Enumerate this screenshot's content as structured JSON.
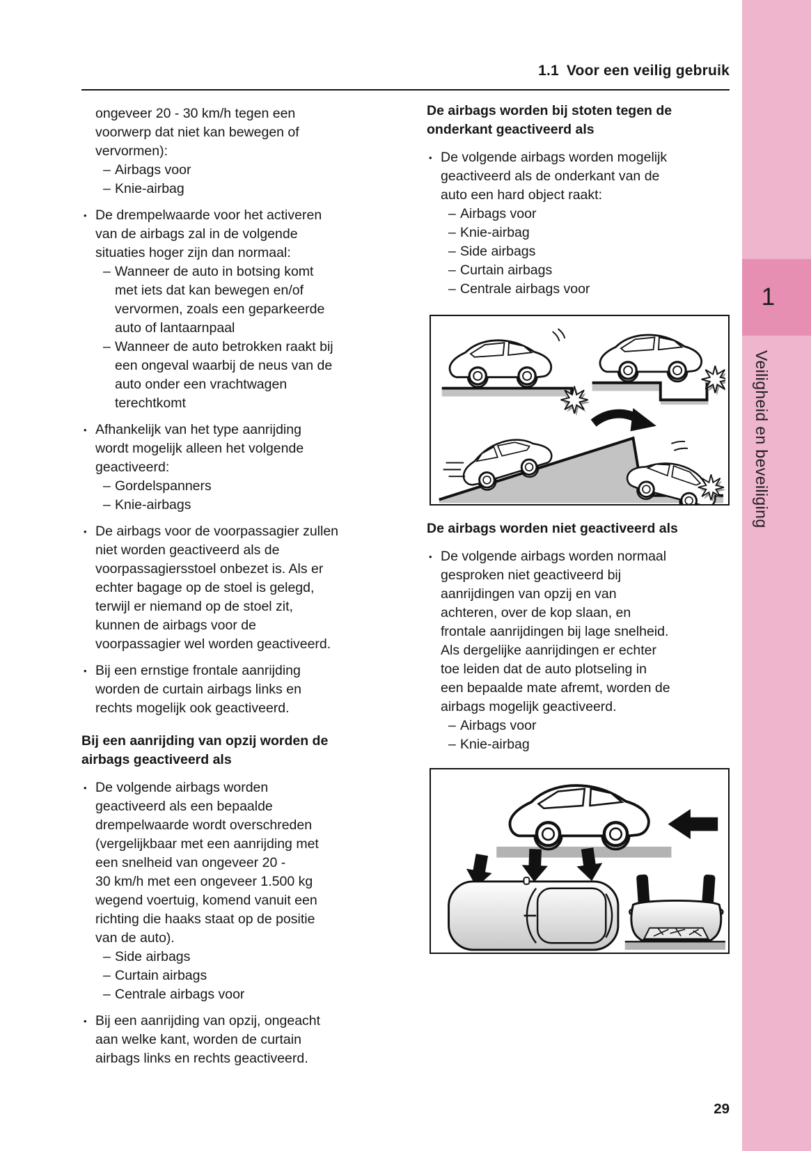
{
  "colors": {
    "sidebar_pink": "#eeb5cd",
    "sidebar_pink_dark": "#e78fb2",
    "text_ink": "#161616"
  },
  "chars": {
    "bullet": "•",
    "dash": "–"
  },
  "header": {
    "section": "1.1",
    "title": "Voor een veilig gebruik"
  },
  "sidebar": {
    "chapter_number": "1",
    "chapter_label": "Veiligheid en beveiliging"
  },
  "footer": {
    "page_number": "29"
  },
  "left_blocks": [
    {
      "type": "plain",
      "text": "ongeveer 20 - 30 km/h tegen een\nvoorwerp dat niet kan bewegen of\nvervormen):",
      "dashes": [
        "Airbags voor",
        "Knie-airbag"
      ]
    },
    {
      "type": "bullet",
      "text": "De drempelwaarde voor het activeren\nvan de airbags zal in de volgende\nsituaties hoger zijn dan normaal:",
      "dashes": [
        "Wanneer de auto in botsing komt\nmet iets dat kan bewegen en/of\nvervormen, zoals een geparkeerde\nauto of lantaarnpaal",
        "Wanneer de auto betrokken raakt bij\neen ongeval waarbij de neus van de\nauto onder een vrachtwagen\nterechtkomt"
      ]
    },
    {
      "type": "bullet",
      "text": "Afhankelijk van het type aanrijding\nwordt mogelijk alleen het volgende\ngeactiveerd:",
      "dashes": [
        "Gordelspanners",
        "Knie-airbags"
      ]
    },
    {
      "type": "bullet",
      "text": "De airbags voor de voorpassagier zullen\nniet worden geactiveerd als de\nvoorpassagiersstoel onbezet is. Als er\nechter bagage op de stoel is gelegd,\nterwijl er niemand op de stoel zit,\nkunnen de airbags voor de\nvoorpassagier wel worden geactiveerd.",
      "dashes": []
    },
    {
      "type": "bullet",
      "text": "Bij een ernstige frontale aanrijding\nworden de curtain airbags links en\nrechts mogelijk ook geactiveerd.",
      "dashes": []
    },
    {
      "type": "heading",
      "text": "Bij een aanrijding van opzij worden de\nairbags geactiveerd als"
    },
    {
      "type": "bullet",
      "text": "De volgende airbags worden\ngeactiveerd als een bepaalde\ndrempelwaarde wordt overschreden\n(vergelijkbaar met een aanrijding met\neen snelheid van ongeveer 20 -\n30 km/h met een ongeveer 1.500 kg\nwegend voertuig, komend vanuit een\nrichting die haaks staat op de positie\nvan de auto).",
      "dashes": [
        "Side airbags",
        "Curtain airbags",
        "Centrale airbags voor"
      ]
    },
    {
      "type": "bullet",
      "text": "Bij een aanrijding van opzij, ongeacht\naan welke kant, worden de curtain\nairbags links en rechts geactiveerd.",
      "dashes": []
    }
  ],
  "right_blocks": [
    {
      "type": "heading",
      "text": "De airbags worden bij stoten tegen de\nonderkant geactiveerd als"
    },
    {
      "type": "bullet",
      "text": "De volgende airbags worden mogelijk\ngeactiveerd als de onderkant van de\nauto een hard object raakt:",
      "dashes": [
        "Airbags voor",
        "Knie-airbag",
        "Side airbags",
        "Curtain airbags",
        "Centrale airbags voor"
      ]
    },
    {
      "type": "heading",
      "text": "De airbags worden niet geactiveerd als"
    },
    {
      "type": "bullet",
      "text": "De volgende airbags worden normaal\ngesproken niet geactiveerd bij\naanrijdingen van opzij en van\nachteren, over de kop slaan, en\nfrontale aanrijdingen bij lage snelheid.\nAls dergelijke aanrijdingen er echter\ntoe leiden dat de auto plotseling in\neen bepaalde mate afremt, worden de\nairbags mogelijk geactiveerd.",
      "dashes": [
        "Airbags voor",
        "Knie-airbag"
      ]
    }
  ]
}
